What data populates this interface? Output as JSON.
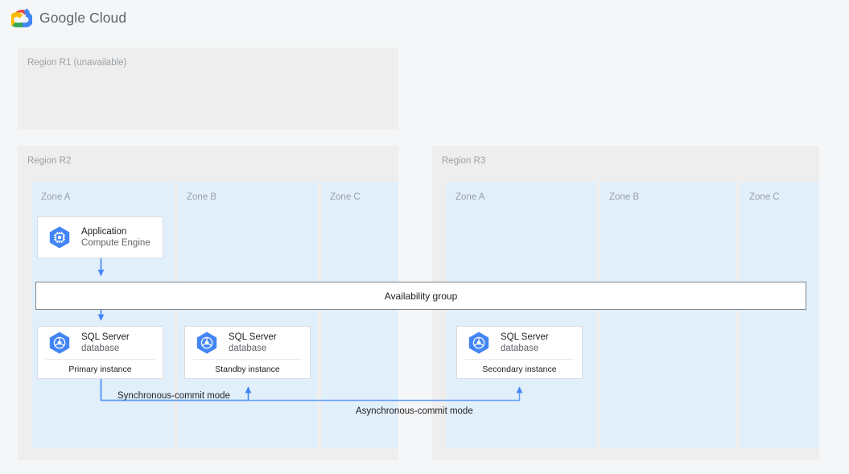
{
  "header": {
    "logo_icon": "google-cloud-logo-icon",
    "wordmark": "Google Cloud"
  },
  "colors": {
    "page_background": "#f5f6f7",
    "region_background": "#eeeeee",
    "zone_background": "#e1effb",
    "node_background": "#ffffff",
    "node_border": "#dadce0",
    "connector_blue": "#4285f4",
    "connector_blue_light": "#669df6",
    "availability_group_border": "#80868b",
    "muted_text": "#9aa0a6",
    "primary_text": "#202124",
    "secondary_text": "#5f6368",
    "logo_red": "#ea4335",
    "logo_blue": "#4285f4",
    "logo_yellow": "#fbbc04",
    "logo_green": "#34a853"
  },
  "regions": [
    {
      "id": "r1",
      "label": "Region R1 (unavailable)",
      "unavailable": true,
      "zones": []
    },
    {
      "id": "r2",
      "label": "Region R2",
      "unavailable": false,
      "zones": [
        {
          "id": "r2-a",
          "label": "Zone A"
        },
        {
          "id": "r2-b",
          "label": "Zone B"
        },
        {
          "id": "r2-c",
          "label": "Zone C"
        }
      ]
    },
    {
      "id": "r3",
      "label": "Region R3",
      "unavailable": false,
      "zones": [
        {
          "id": "r3-a",
          "label": "Zone A"
        },
        {
          "id": "r3-b",
          "label": "Zone B"
        },
        {
          "id": "r3-c",
          "label": "Zone C"
        }
      ]
    }
  ],
  "nodes": [
    {
      "id": "application",
      "icon": "compute-engine-icon",
      "title": "Application",
      "subtitle": "Compute Engine",
      "footer": null,
      "region": "r2",
      "zone": "Zone A"
    },
    {
      "id": "sql-primary",
      "icon": "sql-server-database-icon",
      "title": "SQL Server",
      "subtitle": "database",
      "footer": "Primary instance",
      "region": "r2",
      "zone": "Zone A"
    },
    {
      "id": "sql-standby",
      "icon": "sql-server-database-icon",
      "title": "SQL Server",
      "subtitle": "database",
      "footer": "Standby instance",
      "region": "r2",
      "zone": "Zone B"
    },
    {
      "id": "sql-secondary",
      "icon": "sql-server-database-icon",
      "title": "SQL Server",
      "subtitle": "database",
      "footer": "Secondary instance",
      "region": "r3",
      "zone": "Zone A"
    }
  ],
  "availability_group": {
    "label": "Availability group"
  },
  "edges": [
    {
      "id": "app-to-ag",
      "from": "application",
      "to": "availability-group",
      "label": null,
      "arrow": "down"
    },
    {
      "id": "ag-to-primary",
      "from": "availability-group",
      "to": "sql-primary",
      "label": null,
      "arrow": "down"
    },
    {
      "id": "primary-to-standby",
      "from": "sql-primary",
      "to": "sql-standby",
      "label": "Synchronous-commit mode",
      "arrow": "up"
    },
    {
      "id": "primary-to-secondary",
      "from": "sql-primary",
      "to": "sql-secondary",
      "label": "Asynchronous-commit mode",
      "arrow": "up"
    }
  ],
  "edge_labels": {
    "synchronous": "Synchronous-commit mode",
    "asynchronous": "Asynchronous-commit mode"
  }
}
